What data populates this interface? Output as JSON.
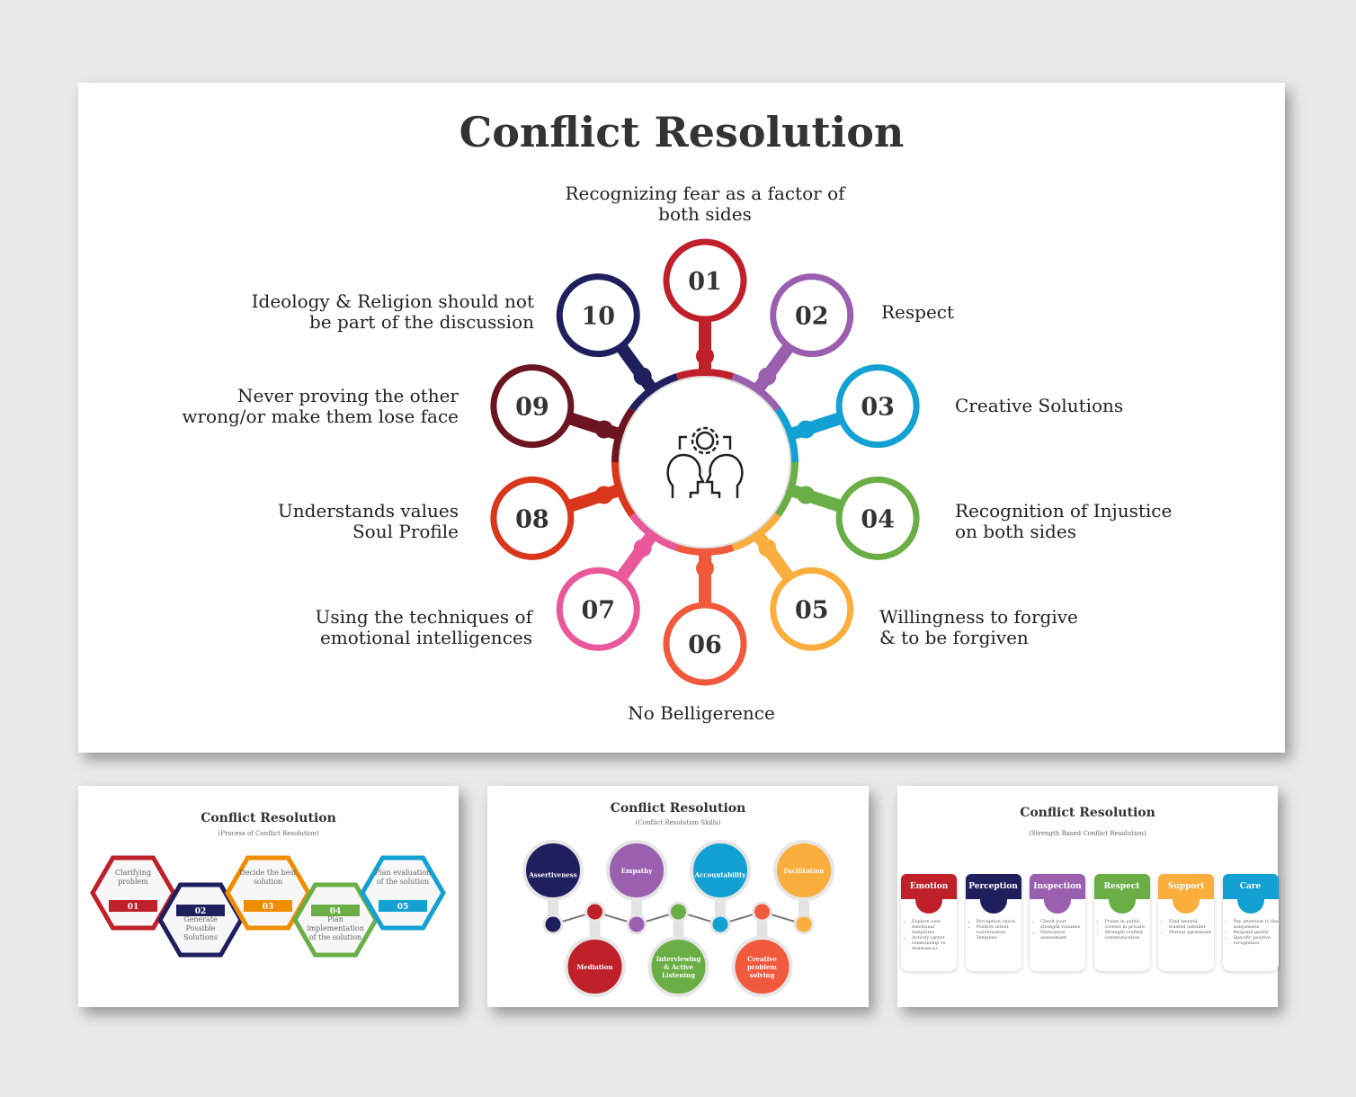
{
  "main": {
    "title": "Conflict Resolution",
    "center_icon": "heads-with-gear-icon",
    "nodes": [
      {
        "num": "01",
        "label": "Recognizing fear as a factor of\nboth sides",
        "color": "#c0202a"
      },
      {
        "num": "02",
        "label": "Respect",
        "color": "#9b5fb0"
      },
      {
        "num": "03",
        "label": "Creative Solutions",
        "color": "#13a0d2"
      },
      {
        "num": "04",
        "label": "Recognition of Injustice\non both sides",
        "color": "#6aae45"
      },
      {
        "num": "05",
        "label": "Willingness to forgive\n& to be forgiven",
        "color": "#f9ae3e"
      },
      {
        "num": "06",
        "label": "No Belligerence",
        "color": "#f0593c"
      },
      {
        "num": "07",
        "label": "Using the techniques of\nemotional intelligences",
        "color": "#e8589a"
      },
      {
        "num": "08",
        "label": "Understands values\nSoul Profile",
        "color": "#d9361b"
      },
      {
        "num": "09",
        "label": "Never proving the other\nwrong/or make them lose face",
        "color": "#6b1520"
      },
      {
        "num": "10",
        "label": "Ideology & Religion should not\nbe part of the discussion",
        "color": "#1f1f5e"
      }
    ]
  },
  "thumb1": {
    "title": "Conflict Resolution",
    "subtitle": "(Process of Conflict Resolution)",
    "steps": [
      {
        "num": "01",
        "text": "Clarifying problem",
        "color": "#c0202a"
      },
      {
        "num": "02",
        "text": "Generate Possible Solutions",
        "color": "#1f1f5e"
      },
      {
        "num": "03",
        "text": "Decide the best solution",
        "color": "#f08c00"
      },
      {
        "num": "04",
        "text": "Plan implementation of the solution",
        "color": "#6aae45"
      },
      {
        "num": "05",
        "text": "Plan evaluation of the solution",
        "color": "#13a0d2"
      }
    ]
  },
  "thumb2": {
    "title": "Conflict Resolution",
    "subtitle": "(Conflict Resolution Skills)",
    "skills": [
      {
        "text": "Assertiveness",
        "color": "#1f1f5e"
      },
      {
        "text": "Mediation",
        "color": "#c0202a"
      },
      {
        "text": "Empathy",
        "color": "#9b5fb0"
      },
      {
        "text": "Interviewing & Active Listening",
        "color": "#6aae45"
      },
      {
        "text": "Accountability",
        "color": "#13a0d2"
      },
      {
        "text": "Creative problem solving",
        "color": "#f0593c"
      },
      {
        "text": "Facilitation",
        "color": "#f9ae3e"
      }
    ]
  },
  "thumb3": {
    "title": "Conflict Resolution",
    "subtitle": "(Strength Based Conflict Resolution)",
    "cards": [
      {
        "head": "Emotion",
        "color": "#c0202a",
        "items": [
          "Explore own emotional templates",
          "Activity (great relationship vs resistance)"
        ]
      },
      {
        "head": "Perception",
        "color": "#1f1f5e",
        "items": [
          "Perception check",
          "Positive intent conversation Template"
        ]
      },
      {
        "head": "Inspection",
        "color": "#9b5fb0",
        "items": [
          "Check your strength volumes",
          "Motivation assessment"
        ]
      },
      {
        "head": "Respect",
        "color": "#6aae45",
        "items": [
          "Praise in public, correct in private",
          "Strength crafted communication"
        ]
      },
      {
        "head": "Support",
        "color": "#f9ae3e",
        "items": [
          "Find neutral, trusted outsider",
          "Mutual agreement"
        ]
      },
      {
        "head": "Care",
        "color": "#13a0d2",
        "items": [
          "Pay attention to the uniqueness",
          "Respond gently",
          "Specific positive recognition"
        ]
      }
    ]
  }
}
